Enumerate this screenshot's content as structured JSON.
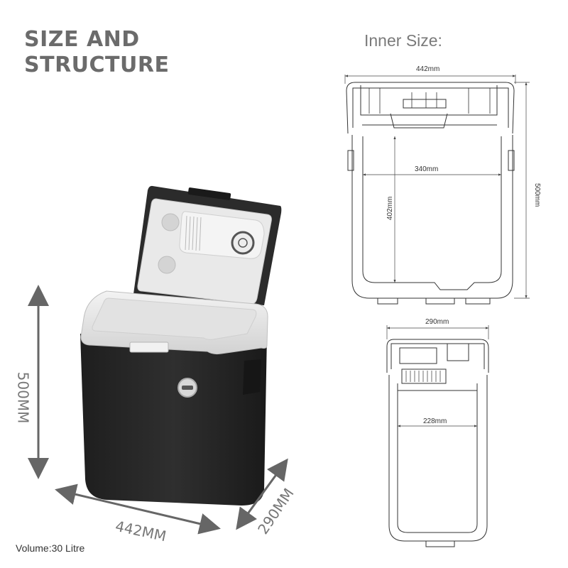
{
  "heading": {
    "line1": "SIZE AND",
    "line2": "STRUCTURE"
  },
  "inner_size_label": "Inner Size:",
  "volume_label": "Volume:30 Litre",
  "outer_dimensions": {
    "height": "500MM",
    "width": "442MM",
    "depth": "290MM"
  },
  "front_view": {
    "outer_width": "442mm",
    "inner_width": "340mm",
    "inner_height": "402mm",
    "outer_height": "500mm"
  },
  "side_view": {
    "outer_depth": "290mm",
    "inner_depth": "228mm"
  },
  "colors": {
    "body": "#2a2a2a",
    "lid_trim": "#e6e6e6",
    "dimension_arrow": "#666666"
  }
}
